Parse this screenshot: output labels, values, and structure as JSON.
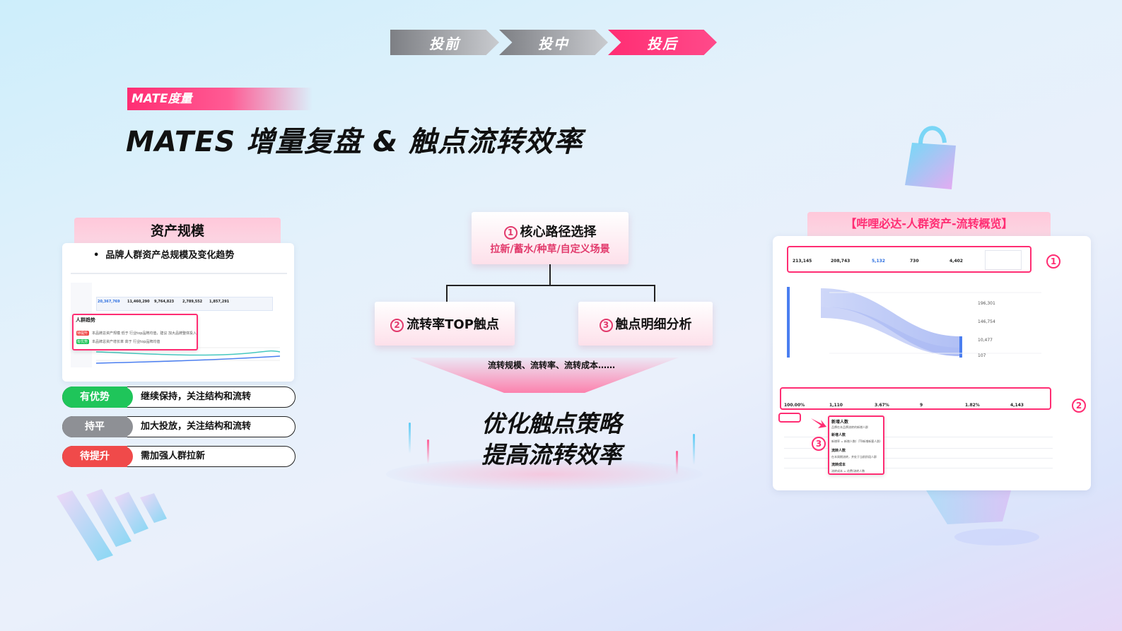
{
  "stages": [
    {
      "label": "投前",
      "active": false
    },
    {
      "label": "投中",
      "active": false
    },
    {
      "label": "投后",
      "active": true
    }
  ],
  "tag": "MATE度量",
  "title": "MATES 增量复盘 & 触点流转效率",
  "left": {
    "header": "资产规模",
    "bullet": "品牌人群资产总规模及变化趋势",
    "mini": {
      "popup_title": "人群趋势",
      "kpis": [
        "20,367,769",
        "11,460,290",
        "9,764,823",
        "2,789,552",
        "1,857,291"
      ],
      "rows": [
        {
          "badge": "待提升",
          "text": "本品牌总资产规模 低于 行业top品牌均值，建议 加大品牌整体投入"
        },
        {
          "badge": "有优势",
          "text": "本品牌总资产增长率 高于 行业top品牌均值"
        }
      ]
    },
    "legend": [
      {
        "label": "有优势",
        "text": "继续保持，关注结构和流转",
        "color": "#1fc55a"
      },
      {
        "label": "持平",
        "text": "加大投放，关注结构和流转",
        "color": "#8e9095"
      },
      {
        "label": "待提升",
        "text": "需加强人群拉新",
        "color": "#f04a4a"
      }
    ]
  },
  "center": {
    "core": {
      "num": "1",
      "title": "核心路径选择",
      "sub": "拉新/蓄水/种草/自定义场景"
    },
    "top": {
      "num": "2",
      "title": "流转率TOP触点"
    },
    "detail": {
      "num": "3",
      "title": "触点明细分析"
    },
    "metrics": "流转规模、流转率、流转成本……",
    "result1": "优化触点策略",
    "result2": "提高流转效率"
  },
  "right": {
    "header": "【哔哩必达-人群资产-流转概览】",
    "marks": [
      "1",
      "2",
      "3"
    ],
    "kpis": [
      "213,145",
      "208,743",
      "5,132",
      "730",
      "4,402"
    ],
    "sankey_right": [
      "196,301",
      "146,754",
      "10,477",
      "107"
    ],
    "top_values": [
      "100.00%",
      "1,110",
      "3.67%",
      "9",
      "1.82%",
      "4,143"
    ],
    "popup": {
      "title": "新增人数",
      "lines": [
        "品牌在本品牌流转的新增人群",
        "新增人数",
        "新增率 = 新增人数/（T0新增新客人群）",
        "流转人数",
        "在本周期流转，并处于当前阶段人群",
        "流转成本",
        "流转成本 = 花费/流转人数"
      ]
    }
  }
}
